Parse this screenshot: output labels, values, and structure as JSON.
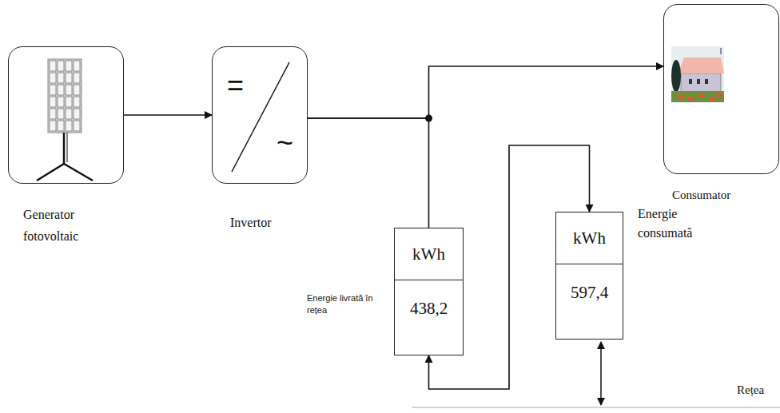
{
  "diagram": {
    "nodes": [
      {
        "text": [
          "Generator fotovoltaic"
        ]
      },
      {
        "text": [
          "=",
          "~",
          "Invertor"
        ]
      },
      {
        "text": [
          "Consumator"
        ]
      },
      {
        "text": [
          "kWh",
          "438,2",
          "Energie livrată în rețea"
        ]
      },
      {
        "text": [
          "kWh",
          "597,4",
          "Energie consumată"
        ]
      }
    ],
    "edges": [
      {
        "from": 0,
        "to": 1,
        "arrow": "to"
      },
      {
        "from": 1,
        "to": 2,
        "arrow": "to"
      },
      {
        "from": 1,
        "to": 3,
        "arrow": "none"
      },
      {
        "from": 3,
        "to": 4,
        "arrow": "both"
      }
    ],
    "labels": [
      "Rețea"
    ]
  }
}
